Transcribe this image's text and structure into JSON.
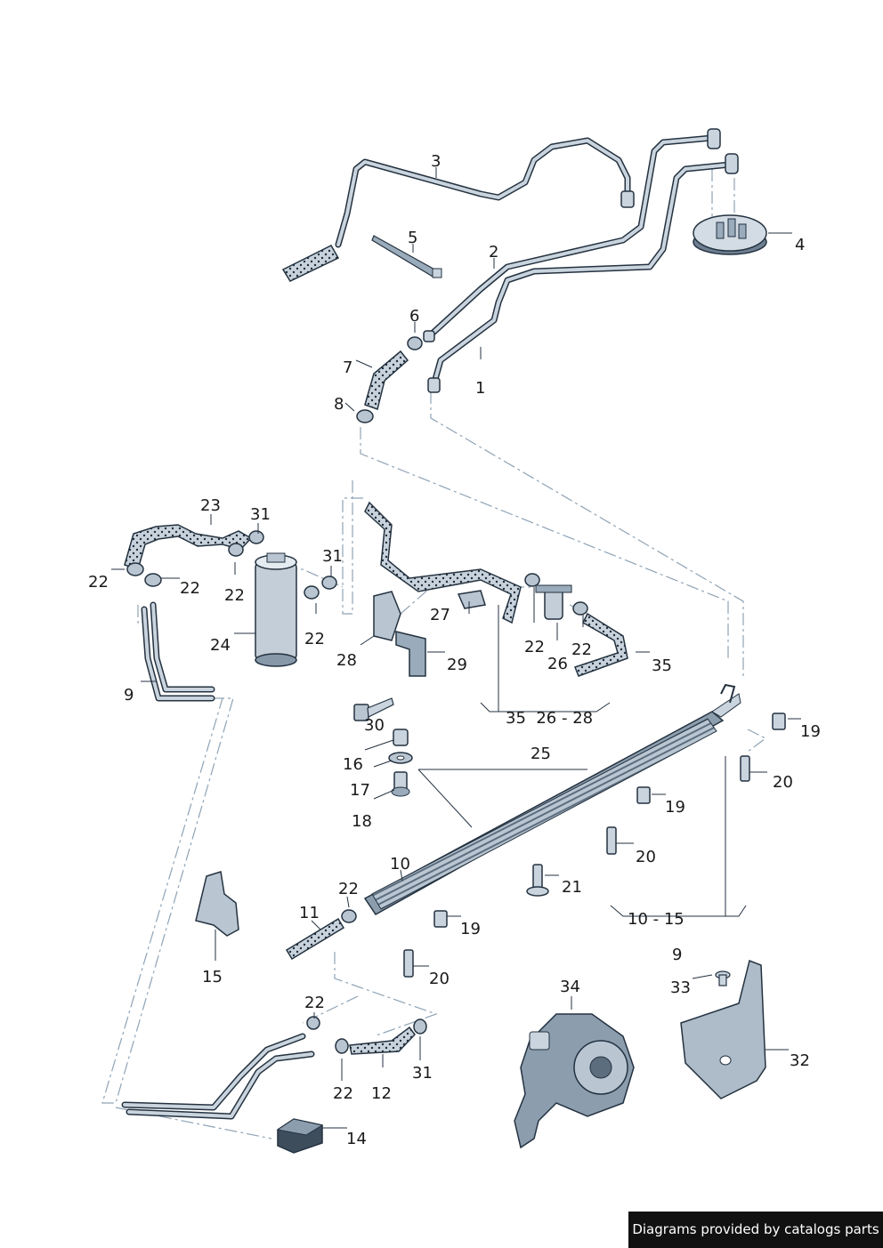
{
  "colors": {
    "part_fill": "#b9c6d2",
    "part_dark": "#6d7f91",
    "part_light": "#e4ebf1",
    "outline": "#243240",
    "leader": "#8fa3b5",
    "hose_dot": "#1f2b36"
  },
  "callouts": [
    {
      "id": "c1",
      "text": "1"
    },
    {
      "id": "c2",
      "text": "2"
    },
    {
      "id": "c3",
      "text": "3"
    },
    {
      "id": "c4",
      "text": "4"
    },
    {
      "id": "c5",
      "text": "5"
    },
    {
      "id": "c6",
      "text": "6"
    },
    {
      "id": "c7",
      "text": "7"
    },
    {
      "id": "c8",
      "text": "8"
    },
    {
      "id": "c9a",
      "text": "9"
    },
    {
      "id": "c9b",
      "text": "9"
    },
    {
      "id": "c10",
      "text": "10"
    },
    {
      "id": "c10-15",
      "text": "10 - 15"
    },
    {
      "id": "c11",
      "text": "11"
    },
    {
      "id": "c12",
      "text": "12"
    },
    {
      "id": "c14",
      "text": "14"
    },
    {
      "id": "c15",
      "text": "15"
    },
    {
      "id": "c16",
      "text": "16"
    },
    {
      "id": "c17",
      "text": "17"
    },
    {
      "id": "c18",
      "text": "18"
    },
    {
      "id": "c19a",
      "text": "19"
    },
    {
      "id": "c19b",
      "text": "19"
    },
    {
      "id": "c19c",
      "text": "19"
    },
    {
      "id": "c20a",
      "text": "20"
    },
    {
      "id": "c20b",
      "text": "20"
    },
    {
      "id": "c20c",
      "text": "20"
    },
    {
      "id": "c21",
      "text": "21"
    },
    {
      "id": "c22a",
      "text": "22"
    },
    {
      "id": "c22b",
      "text": "22"
    },
    {
      "id": "c22c",
      "text": "22"
    },
    {
      "id": "c22d",
      "text": "22"
    },
    {
      "id": "c22e",
      "text": "22"
    },
    {
      "id": "c22f",
      "text": "22"
    },
    {
      "id": "c22g",
      "text": "22"
    },
    {
      "id": "c22h",
      "text": "22"
    },
    {
      "id": "c22i",
      "text": "22"
    },
    {
      "id": "c23",
      "text": "23"
    },
    {
      "id": "c24",
      "text": "24"
    },
    {
      "id": "c25",
      "text": "25"
    },
    {
      "id": "c26",
      "text": "26"
    },
    {
      "id": "c27",
      "text": "27"
    },
    {
      "id": "c28",
      "text": "28"
    },
    {
      "id": "c29",
      "text": "29"
    },
    {
      "id": "c30",
      "text": "30"
    },
    {
      "id": "c31a",
      "text": "31"
    },
    {
      "id": "c31b",
      "text": "31"
    },
    {
      "id": "c31c",
      "text": "31"
    },
    {
      "id": "c32",
      "text": "32"
    },
    {
      "id": "c33",
      "text": "33"
    },
    {
      "id": "c34",
      "text": "34"
    },
    {
      "id": "c35a",
      "text": "35"
    },
    {
      "id": "c35-26-28",
      "text": "35  26 - 28"
    }
  ],
  "credit": "Diagrams provided by catalogs parts"
}
